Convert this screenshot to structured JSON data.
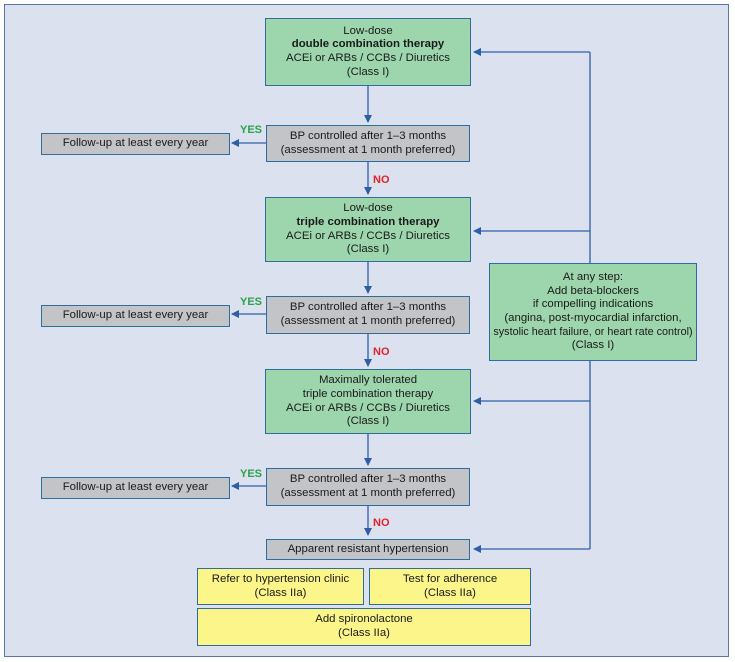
{
  "flow": {
    "step1": {
      "line1": "Low-dose",
      "line2": "double combination therapy",
      "line3": "ACEi or ARBs / CCBs / Diuretics",
      "line4": "(Class I)"
    },
    "check1": {
      "line1": "BP controlled after 1–3 months",
      "line2": "(assessment at 1 month preferred)"
    },
    "followup1": "Follow-up at least every year",
    "yes1": "YES",
    "no1": "NO",
    "step2": {
      "line1": "Low-dose",
      "line2": "triple combination therapy",
      "line3": "ACEi or ARBs / CCBs / Diuretics",
      "line4": "(Class I)"
    },
    "check2": {
      "line1": "BP controlled after 1–3 months",
      "line2": "(assessment at 1 month preferred)"
    },
    "followup2": "Follow-up at least every year",
    "yes2": "YES",
    "no2": "NO",
    "step3": {
      "line1": "Maximally tolerated",
      "line2": "triple combination therapy",
      "line3": "ACEi or ARBs / CCBs / Diuretics",
      "line4": "(Class I)"
    },
    "check3": {
      "line1": "BP controlled after 1–3 months",
      "line2": "(assessment at 1 month preferred)"
    },
    "followup3": "Follow-up at least every year",
    "yes3": "YES",
    "no3": "NO",
    "resistant": "Apparent resistant hypertension",
    "refer": {
      "line1": "Refer to hypertension clinic",
      "line2": "(Class IIa)"
    },
    "adherence": {
      "line1": "Test for adherence",
      "line2": "(Class IIa)"
    },
    "spironolactone": {
      "line1": "Add spironolactone",
      "line2": "(Class IIa)"
    },
    "beta": {
      "line1": "At any step:",
      "line2": "Add beta-blockers",
      "line3": "if compelling indications",
      "line4": "(angina, post-myocardial infarction,",
      "line5": "systolic heart failure, or heart rate control)",
      "line6": "(Class I)"
    }
  },
  "colors": {
    "therapy_box": "#9dd6ad",
    "decision_box": "#c3c4c7",
    "action_box": "#fbf58a",
    "background": "#dbe1ef",
    "arrow": "#2d5fa6",
    "yes": "#2aa24a",
    "no": "#e0232a"
  }
}
